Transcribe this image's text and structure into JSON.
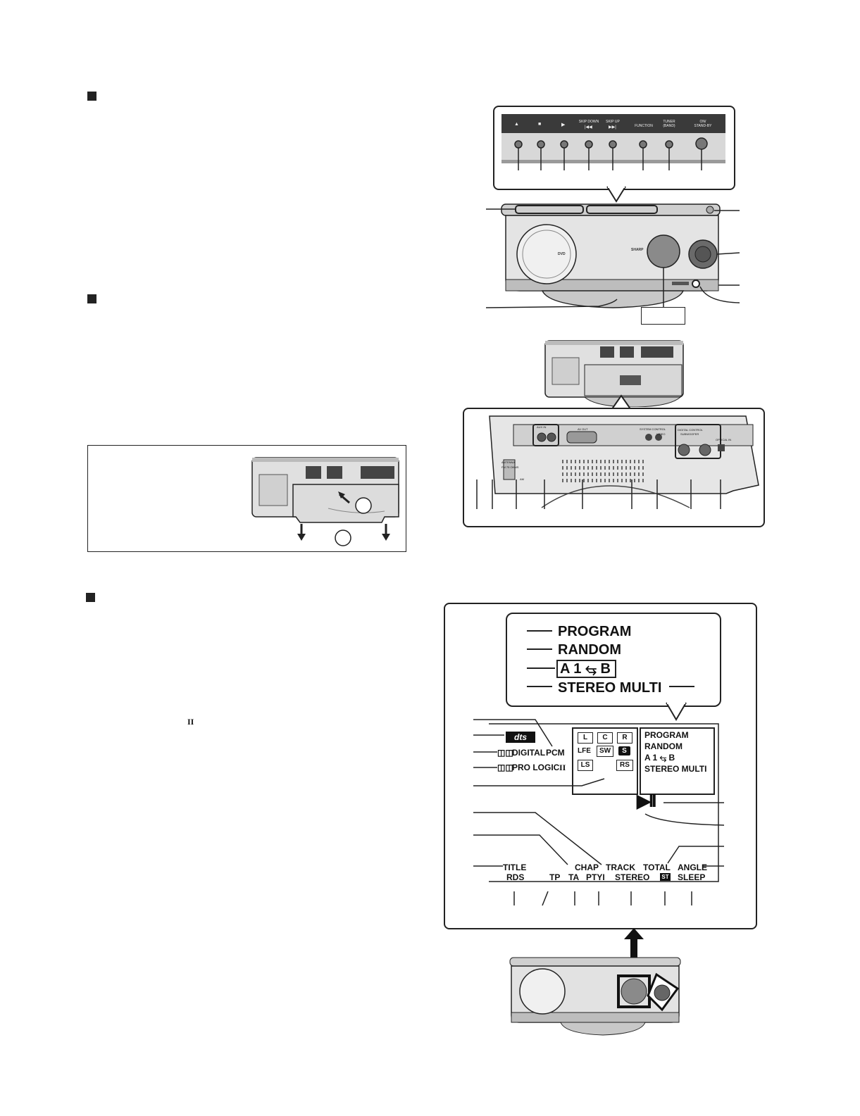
{
  "front_panel": {
    "buttons": [
      {
        "label": "",
        "icon": "eject-icon"
      },
      {
        "label": "",
        "icon": "stop-icon"
      },
      {
        "label": "",
        "icon": "play-icon"
      },
      {
        "label": "SKIP DOWN",
        "icon": "skip-down-icon"
      },
      {
        "label": "SKIP UP",
        "icon": "skip-up-icon"
      },
      {
        "label": "FUNCTION",
        "icon": ""
      },
      {
        "label": "TUNER\n(BAND)",
        "icon": ""
      },
      {
        "label": "ON/\nSTAND-BY",
        "icon": ""
      }
    ],
    "brand": "SHARP",
    "disc_logo": "DVD"
  },
  "rear_panel": {
    "labels": [
      "AUX IN",
      "AV OUT",
      "ANTENNA",
      "FM 75 OHMS",
      "AM",
      "SYSTEM CONTROL",
      "VIDEO",
      "DIGITAL CONTROL",
      "SUBWOOFER",
      "OPTICAL IN"
    ]
  },
  "display_callout": {
    "lines": [
      "PROGRAM",
      "RANDOM",
      "A 1 ⥃ B",
      "STEREO MULTI"
    ]
  },
  "display": {
    "dts": "dts",
    "digital_pcm_a": "DIGITAL",
    "digital_pcm_b": "PCM",
    "pro_logic": "PRO LOGIC",
    "pro_logic_suffix": "II",
    "channels": [
      "L",
      "C",
      "R",
      "LFE",
      "SW",
      "S",
      "LS",
      "RS"
    ],
    "right_box": [
      "PROGRAM",
      "RANDOM",
      "A 1 ⥃ B",
      "STEREO MULTI"
    ],
    "play_pause": "▶II",
    "row1": [
      "TITLE",
      "CHAP",
      "TRACK",
      "TOTAL",
      "ANGLE"
    ],
    "row2": [
      "RDS",
      "TP",
      "TA",
      "PTYI",
      "STEREO",
      "ST",
      "SLEEP"
    ]
  },
  "colors": {
    "panel_dark": "#3a3a3a",
    "panel_light": "#d8d8d8",
    "ink": "#111111"
  }
}
